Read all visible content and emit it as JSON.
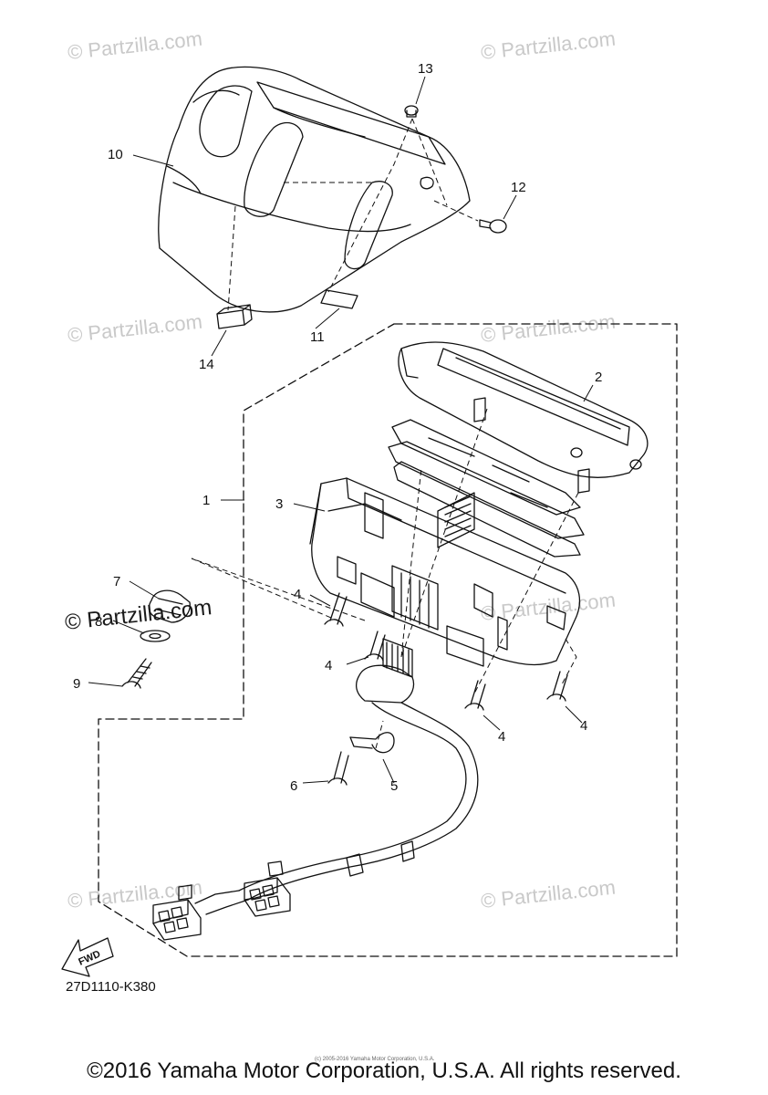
{
  "diagram": {
    "callouts": [
      {
        "id": "c1",
        "label": "1"
      },
      {
        "id": "c2",
        "label": "2"
      },
      {
        "id": "c3",
        "label": "3"
      },
      {
        "id": "c4a",
        "label": "4"
      },
      {
        "id": "c4b",
        "label": "4"
      },
      {
        "id": "c4c",
        "label": "4"
      },
      {
        "id": "c4d",
        "label": "4"
      },
      {
        "id": "c5",
        "label": "5"
      },
      {
        "id": "c6",
        "label": "6"
      },
      {
        "id": "c7",
        "label": "7"
      },
      {
        "id": "c8",
        "label": "8"
      },
      {
        "id": "c9",
        "label": "9"
      },
      {
        "id": "c10",
        "label": "10"
      },
      {
        "id": "c11",
        "label": "11"
      },
      {
        "id": "c12",
        "label": "12"
      },
      {
        "id": "c13",
        "label": "13"
      },
      {
        "id": "c14",
        "label": "14"
      }
    ],
    "fwd_label": "FWD",
    "diagram_code": "27D1110-K380"
  },
  "watermarks": {
    "faint": "© Partzilla.com",
    "strong": "© Partzilla.com"
  },
  "footer": {
    "copyright": "©2016 Yamaha Motor Corporation, U.S.A. All rights reserved.",
    "fine_print": "(c) 2005-2016 Yamaha Motor Corporation, U.S.A."
  },
  "colors": {
    "line": "#111111",
    "watermark": "#c9c9c9",
    "background": "#ffffff"
  }
}
